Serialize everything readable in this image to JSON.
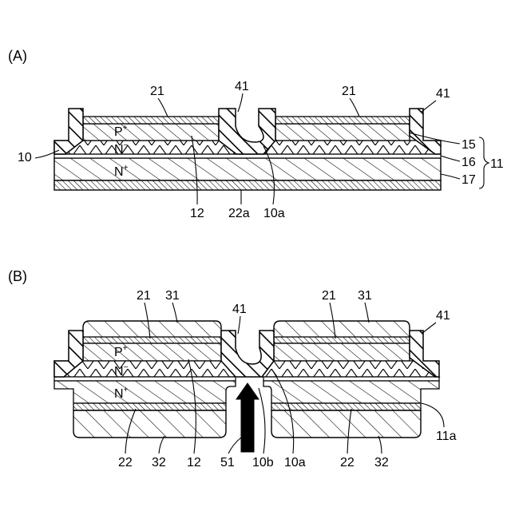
{
  "panels": [
    {
      "id": "A",
      "label": "(A)",
      "layer_labels": {
        "p": "P",
        "p_sup": "+",
        "n_minus": "N",
        "n_minus_sup": "−",
        "n_plus": "N",
        "n_plus_sup": "+"
      },
      "refs": {
        "r21_left": "21",
        "r41_mid": "41",
        "r21_right": "21",
        "r41_right": "41",
        "r10": "10",
        "r15": "15",
        "r16": "16",
        "r17": "17",
        "r11": "11",
        "r12": "12",
        "r22a": "22a",
        "r10a": "10a"
      }
    },
    {
      "id": "B",
      "label": "(B)",
      "layer_labels": {
        "p": "P",
        "p_sup": "+",
        "n_minus": "N",
        "n_minus_sup": "−",
        "n_plus": "N",
        "n_plus_sup": "+"
      },
      "refs": {
        "r21_left": "21",
        "r31_left": "31",
        "r41_mid": "41",
        "r21_right": "21",
        "r31_right": "31",
        "r41_right": "41",
        "r11a": "11a",
        "r22_left": "22",
        "r32_left": "32",
        "r12": "12",
        "r51": "51",
        "r10b": "10b",
        "r10a": "10a",
        "r22_right": "22",
        "r32_right": "32"
      }
    }
  ]
}
